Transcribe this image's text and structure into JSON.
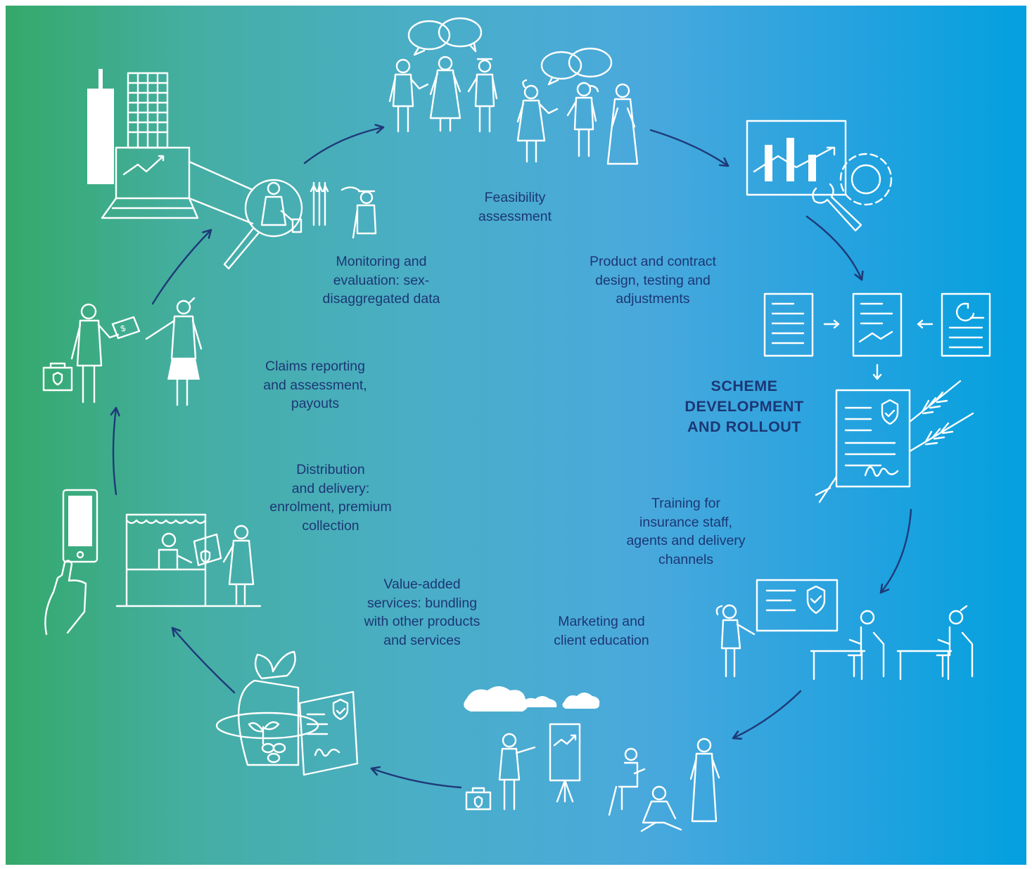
{
  "title": "SCHEME\nDEVELOPMENT\nAND ROLLOUT",
  "steps": {
    "feasibility": "Feasibility\nassessment",
    "product_design": "Product and contract\ndesign, testing and\nadjustments",
    "training": "Training for\ninsurance staff,\nagents and delivery\nchannels",
    "marketing": "Marketing and\nclient education",
    "value_added": "Value-added\nservices: bundling\nwith other products\nand services",
    "distribution": "Distribution\nand delivery:\nenrolment, premium\ncollection",
    "claims": "Claims reporting\nand assessment,\npayouts",
    "monitoring": "Monitoring and\nevaluation: sex-\ndisaggregated data"
  },
  "icons": {
    "feasibility": "people-discussion-icon",
    "product_design": "chart-with-tools-icon",
    "documents": "contract-documents-icon",
    "contract": "signed-insurance-contract-icon",
    "training": "classroom-training-icon",
    "marketing": "community-education-icon",
    "value_added": "bundled-seed-bag-icon",
    "distribution": "market-stall-mobile-icon",
    "claims": "payout-handover-icon",
    "monitoring": "data-magnifier-icon"
  },
  "colors": {
    "gradient_left": "#34a96a",
    "gradient_right": "#03a0df",
    "text": "#1c3775",
    "arrows": "#1e3a78",
    "icons": "#ffffff"
  }
}
